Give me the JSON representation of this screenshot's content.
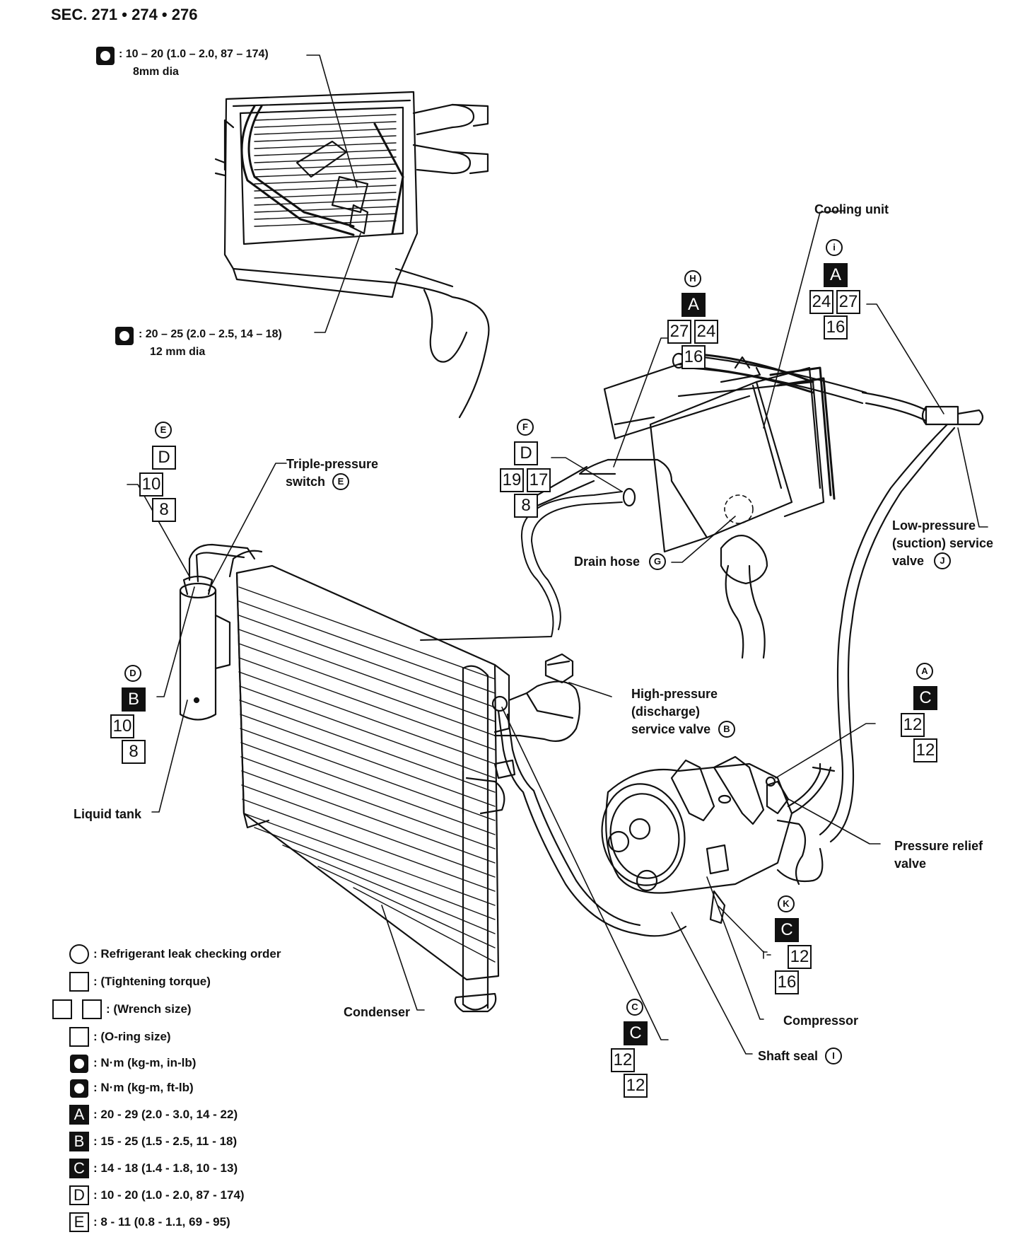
{
  "section_header": "SEC. 271 • 274 • 276",
  "torque_notes": {
    "upper": {
      "spec": ": 10 – 20 (1.0 – 2.0, 87 – 174)",
      "dia": "8mm dia"
    },
    "lower": {
      "spec": ": 20 – 25 (2.0 – 2.5, 14 – 18)",
      "dia": "12 mm dia"
    }
  },
  "components": {
    "cooling_unit": "Cooling unit",
    "triple_pressure_switch_1": "Triple-pressure",
    "triple_pressure_switch_2": "switch",
    "low_pressure_1": "Low-pressure",
    "low_pressure_2": "(suction) service",
    "low_pressure_3": "valve",
    "drain_hose": "Drain hose",
    "high_pressure_1": "High-pressure",
    "high_pressure_2": "(discharge)",
    "high_pressure_3": "service valve",
    "liquid_tank": "Liquid tank",
    "pressure_relief_1": "Pressure relief",
    "pressure_relief_2": "valve",
    "condenser": "Condenser",
    "compressor": "Compressor",
    "shaft_seal": "Shaft seal"
  },
  "callouts": {
    "E": {
      "letter": "E",
      "torque": "D",
      "wrench": "10",
      "oring": "8"
    },
    "F": {
      "letter": "F",
      "torque": "D",
      "wrench1": "19",
      "wrench2": "17",
      "oring": "8"
    },
    "H": {
      "letter": "H",
      "torque": "A",
      "wrench1": "27",
      "wrench2": "24",
      "oring": "16"
    },
    "i": {
      "letter": "i",
      "torque": "A",
      "wrench1": "24",
      "wrench2": "27",
      "oring": "16"
    },
    "D": {
      "letter": "D",
      "torque": "B",
      "wrench": "10",
      "oring": "8"
    },
    "A": {
      "letter": "A",
      "torque": "C",
      "wrench": "12",
      "oring": "12"
    },
    "K": {
      "letter": "K",
      "torque": "C",
      "wrench": "12",
      "oring": "16"
    },
    "C": {
      "letter": "C",
      "torque": "C",
      "wrench": "12",
      "oring": "12"
    },
    "switch_ref": "E",
    "drain_ref": "G",
    "lowp_ref": "J",
    "highp_ref": "B",
    "shaft_ref": "I"
  },
  "legend": {
    "leak_order": ": Refrigerant leak checking order",
    "tightening": ": (Tightening torque)",
    "wrench_size": ": (Wrench size)",
    "oring_size": ": (O-ring size)",
    "nm_inlb": ": N·m (kg-m, in-lb)",
    "nm_ftlb": ": N·m (kg-m, ft-lb)",
    "A": {
      "key": "A",
      "value": ": 20 - 29 (2.0 - 3.0, 14 - 22)"
    },
    "B": {
      "key": "B",
      "value": ": 15 - 25 (1.5 - 2.5, 11 - 18)"
    },
    "C": {
      "key": "C",
      "value": ": 14 - 18 (1.4 - 1.8, 10 - 13)"
    },
    "D": {
      "key": "D",
      "value": ": 10 - 20 (1.0 - 2.0, 87 - 174)"
    },
    "E": {
      "key": "E",
      "value": ": 8 - 11 (0.8 - 1.1, 69 - 95)"
    }
  }
}
